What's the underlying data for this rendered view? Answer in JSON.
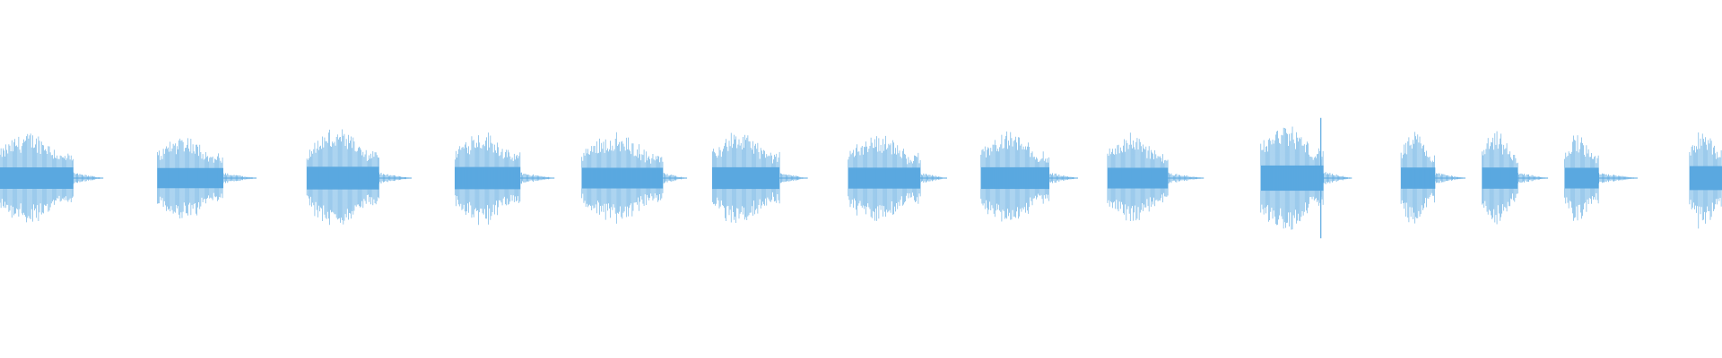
{
  "waveform": {
    "color": "#5aa8e0",
    "background": "#ffffff",
    "bursts": [
      {
        "start": 0.0,
        "end": 0.0426,
        "tail_end": 0.06,
        "amplitude": 0.85
      },
      {
        "start": 0.0914,
        "end": 0.1297,
        "tail_end": 0.149,
        "amplitude": 0.8
      },
      {
        "start": 0.1782,
        "end": 0.2201,
        "tail_end": 0.239,
        "amplitude": 0.9
      },
      {
        "start": 0.2642,
        "end": 0.3022,
        "tail_end": 0.322,
        "amplitude": 0.88
      },
      {
        "start": 0.3379,
        "end": 0.385,
        "tail_end": 0.399,
        "amplitude": 0.82
      },
      {
        "start": 0.4137,
        "end": 0.4527,
        "tail_end": 0.469,
        "amplitude": 0.86
      },
      {
        "start": 0.4926,
        "end": 0.5345,
        "tail_end": 0.55,
        "amplitude": 0.83
      },
      {
        "start": 0.5697,
        "end": 0.6094,
        "tail_end": 0.626,
        "amplitude": 0.86
      },
      {
        "start": 0.6432,
        "end": 0.6783,
        "tail_end": 0.699,
        "amplitude": 0.82
      },
      {
        "start": 0.7322,
        "end": 0.7686,
        "tail_end": 0.785,
        "amplitude": 1.0
      },
      {
        "start": 0.8136,
        "end": 0.8335,
        "tail_end": 0.851,
        "amplitude": 0.84
      },
      {
        "start": 0.8607,
        "end": 0.8815,
        "tail_end": 0.899,
        "amplitude": 0.84
      },
      {
        "start": 0.9087,
        "end": 0.9285,
        "tail_end": 0.951,
        "amplitude": 0.82
      },
      {
        "start": 0.9812,
        "end": 1.0,
        "tail_end": 1.0,
        "amplitude": 0.95
      }
    ]
  }
}
